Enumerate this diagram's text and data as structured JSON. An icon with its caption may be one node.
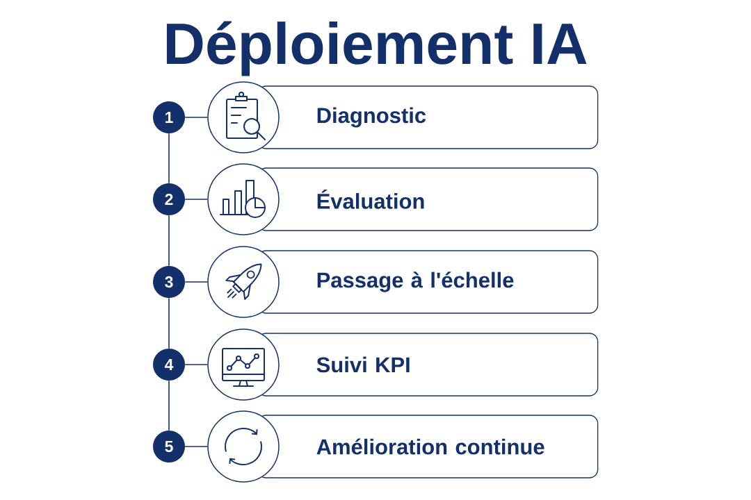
{
  "diagram": {
    "title": "Déploiement IA",
    "nodes": [
      {
        "text": [
          "1"
        ]
      },
      {
        "text": [],
        "shape": "circle"
      },
      {
        "text": [
          "Diagnostic"
        ]
      },
      {
        "text": [
          "2"
        ]
      },
      {
        "text": [],
        "shape": "circle"
      },
      {
        "text": [
          "Évaluation"
        ]
      },
      {
        "text": [
          "3"
        ]
      },
      {
        "text": [],
        "shape": "circle"
      },
      {
        "text": [
          "Passage à l'échelle"
        ]
      },
      {
        "text": [
          "4"
        ]
      },
      {
        "text": [],
        "shape": "circle"
      },
      {
        "text": [
          "Suivi KPI"
        ]
      },
      {
        "text": [
          "5"
        ]
      },
      {
        "text": [],
        "shape": "circle"
      },
      {
        "text": [
          "Amélioration continue"
        ]
      }
    ],
    "edges": [
      {
        "from": 0,
        "to": 1,
        "arrow": "none"
      },
      {
        "from": 0,
        "to": 3,
        "arrow": "none"
      },
      {
        "from": 3,
        "to": 4,
        "arrow": "none"
      },
      {
        "from": 3,
        "to": 6,
        "arrow": "none"
      },
      {
        "from": 6,
        "to": 7,
        "arrow": "none"
      },
      {
        "from": 6,
        "to": 9,
        "arrow": "none"
      },
      {
        "from": 9,
        "to": 10,
        "arrow": "none"
      },
      {
        "from": 9,
        "to": 12,
        "arrow": "none"
      },
      {
        "from": 12,
        "to": 13,
        "arrow": "none"
      }
    ]
  }
}
